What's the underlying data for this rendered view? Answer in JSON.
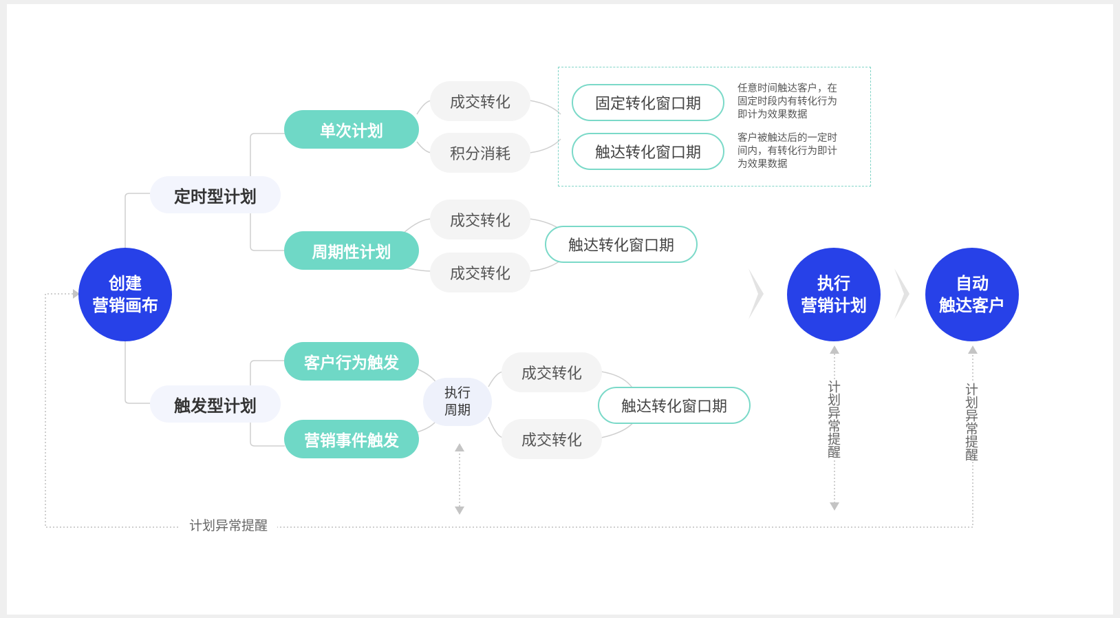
{
  "start": {
    "line1": "创建",
    "line2": "营销画布"
  },
  "timed": {
    "label": "定时型计划",
    "single": {
      "label": "单次计划",
      "options": [
        "成交转化",
        "积分消耗"
      ],
      "windows": [
        {
          "label": "固定转化窗口期",
          "desc": "任意时间触达客户，在\n固定时段内有转化行为\n即计为效果数据"
        },
        {
          "label": "触达转化窗口期",
          "desc": "客户被触达后的一定时\n间内，有转化行为即计\n为效果数据"
        }
      ]
    },
    "periodic": {
      "label": "周期性计划",
      "options": [
        "成交转化",
        "成交转化"
      ],
      "window": "触达转化窗口期"
    }
  },
  "triggered": {
    "label": "触发型计划",
    "triggers": [
      "客户行为触发",
      "营销事件触发"
    ],
    "cycle": {
      "line1": "执行",
      "line2": "周期"
    },
    "options": [
      "成交转化",
      "成交转化"
    ],
    "window": "触达转化窗口期"
  },
  "execute": {
    "line1": "执行",
    "line2": "营销计划"
  },
  "auto": {
    "line1": "自动",
    "line2": "触达客户"
  },
  "alerts": {
    "bottom": "计划异常提醒",
    "execute": "计划异常提醒",
    "auto": "计划异常提醒"
  },
  "colors": {
    "primary_blue": "#2741e8",
    "teal": "#6fd8c6",
    "light_node": "#f3f5fd",
    "grey_node": "#f4f4f4"
  }
}
